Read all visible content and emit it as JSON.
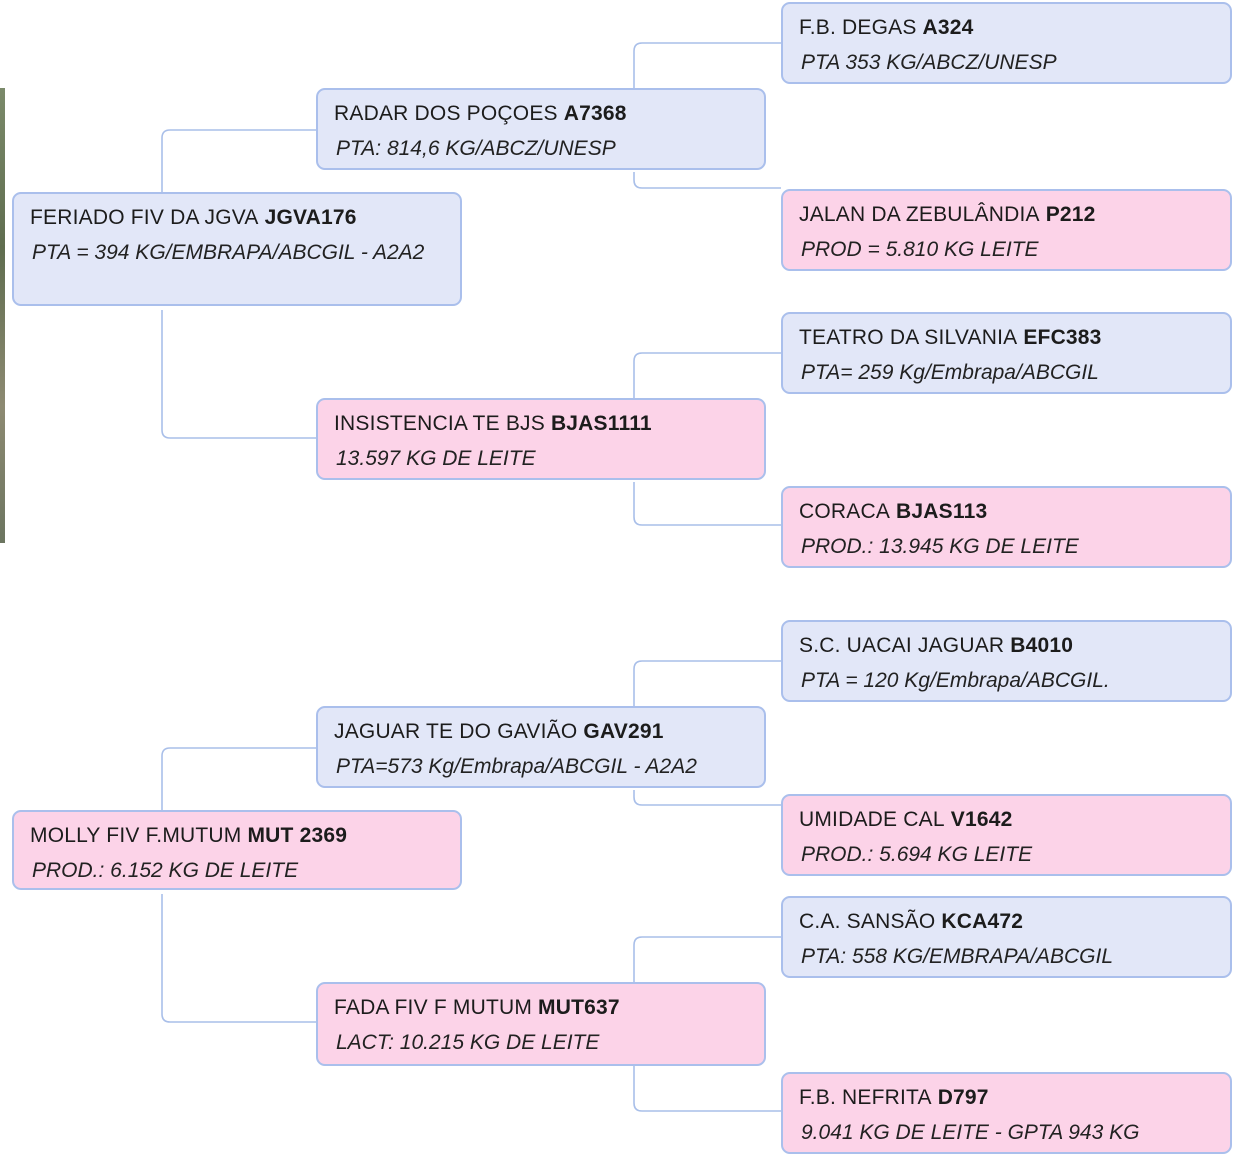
{
  "colors": {
    "male_fill": "#e2e7f8",
    "female_fill": "#fcd3e8",
    "border": "#aabfec",
    "connector": "#a9bfe9"
  },
  "pedigree": {
    "sire": {
      "name": "FERIADO FIV DA JGVA",
      "code": "JGVA176",
      "info": "PTA = 394 KG/EMBRAPA/ABCGIL - A2A2",
      "sire": {
        "name": "RADAR DOS POÇOES",
        "code": "A7368",
        "info": "PTA: 814,6 KG/ABCZ/UNESP",
        "sire": {
          "name": "F.B. DEGAS",
          "code": "A324",
          "info": "PTA 353 KG/ABCZ/UNESP"
        },
        "dam": {
          "name": "JALAN DA ZEBULÂNDIA",
          "code": "P212",
          "info": "PROD = 5.810 KG LEITE"
        }
      },
      "dam": {
        "name": "INSISTENCIA TE BJS",
        "code": "BJAS1111",
        "info": "13.597 KG DE LEITE",
        "sire": {
          "name": "TEATRO DA SILVANIA",
          "code": "EFC383",
          "info": "PTA= 259 Kg/Embrapa/ABCGIL"
        },
        "dam": {
          "name": "CORACA",
          "code": "BJAS113",
          "info": "PROD.: 13.945 KG DE LEITE"
        }
      }
    },
    "dam": {
      "name": "MOLLY FIV F.MUTUM",
      "code": "MUT 2369",
      "info": "PROD.: 6.152 KG DE LEITE",
      "sire": {
        "name": "JAGUAR TE DO GAVIÃO",
        "code": "GAV291",
        "info": "PTA=573 Kg/Embrapa/ABCGIL - A2A2",
        "sire": {
          "name": "S.C. UACAI JAGUAR",
          "code": "B4010",
          "info": "PTA = 120 Kg/Embrapa/ABCGIL."
        },
        "dam": {
          "name": "UMIDADE CAL",
          "code": "V1642",
          "info": "PROD.: 5.694 KG LEITE"
        }
      },
      "dam": {
        "name": "FADA FIV F MUTUM",
        "code": "MUT637",
        "info": "LACT: 10.215 KG DE LEITE",
        "sire": {
          "name": "C.A. SANSÃO",
          "code": "KCA472",
          "info": "PTA: 558 KG/EMBRAPA/ABCGIL"
        },
        "dam": {
          "name": "F.B. NEFRITA",
          "code": "D797",
          "info": "9.041 KG DE LEITE - GPTA 943 KG"
        }
      }
    }
  }
}
